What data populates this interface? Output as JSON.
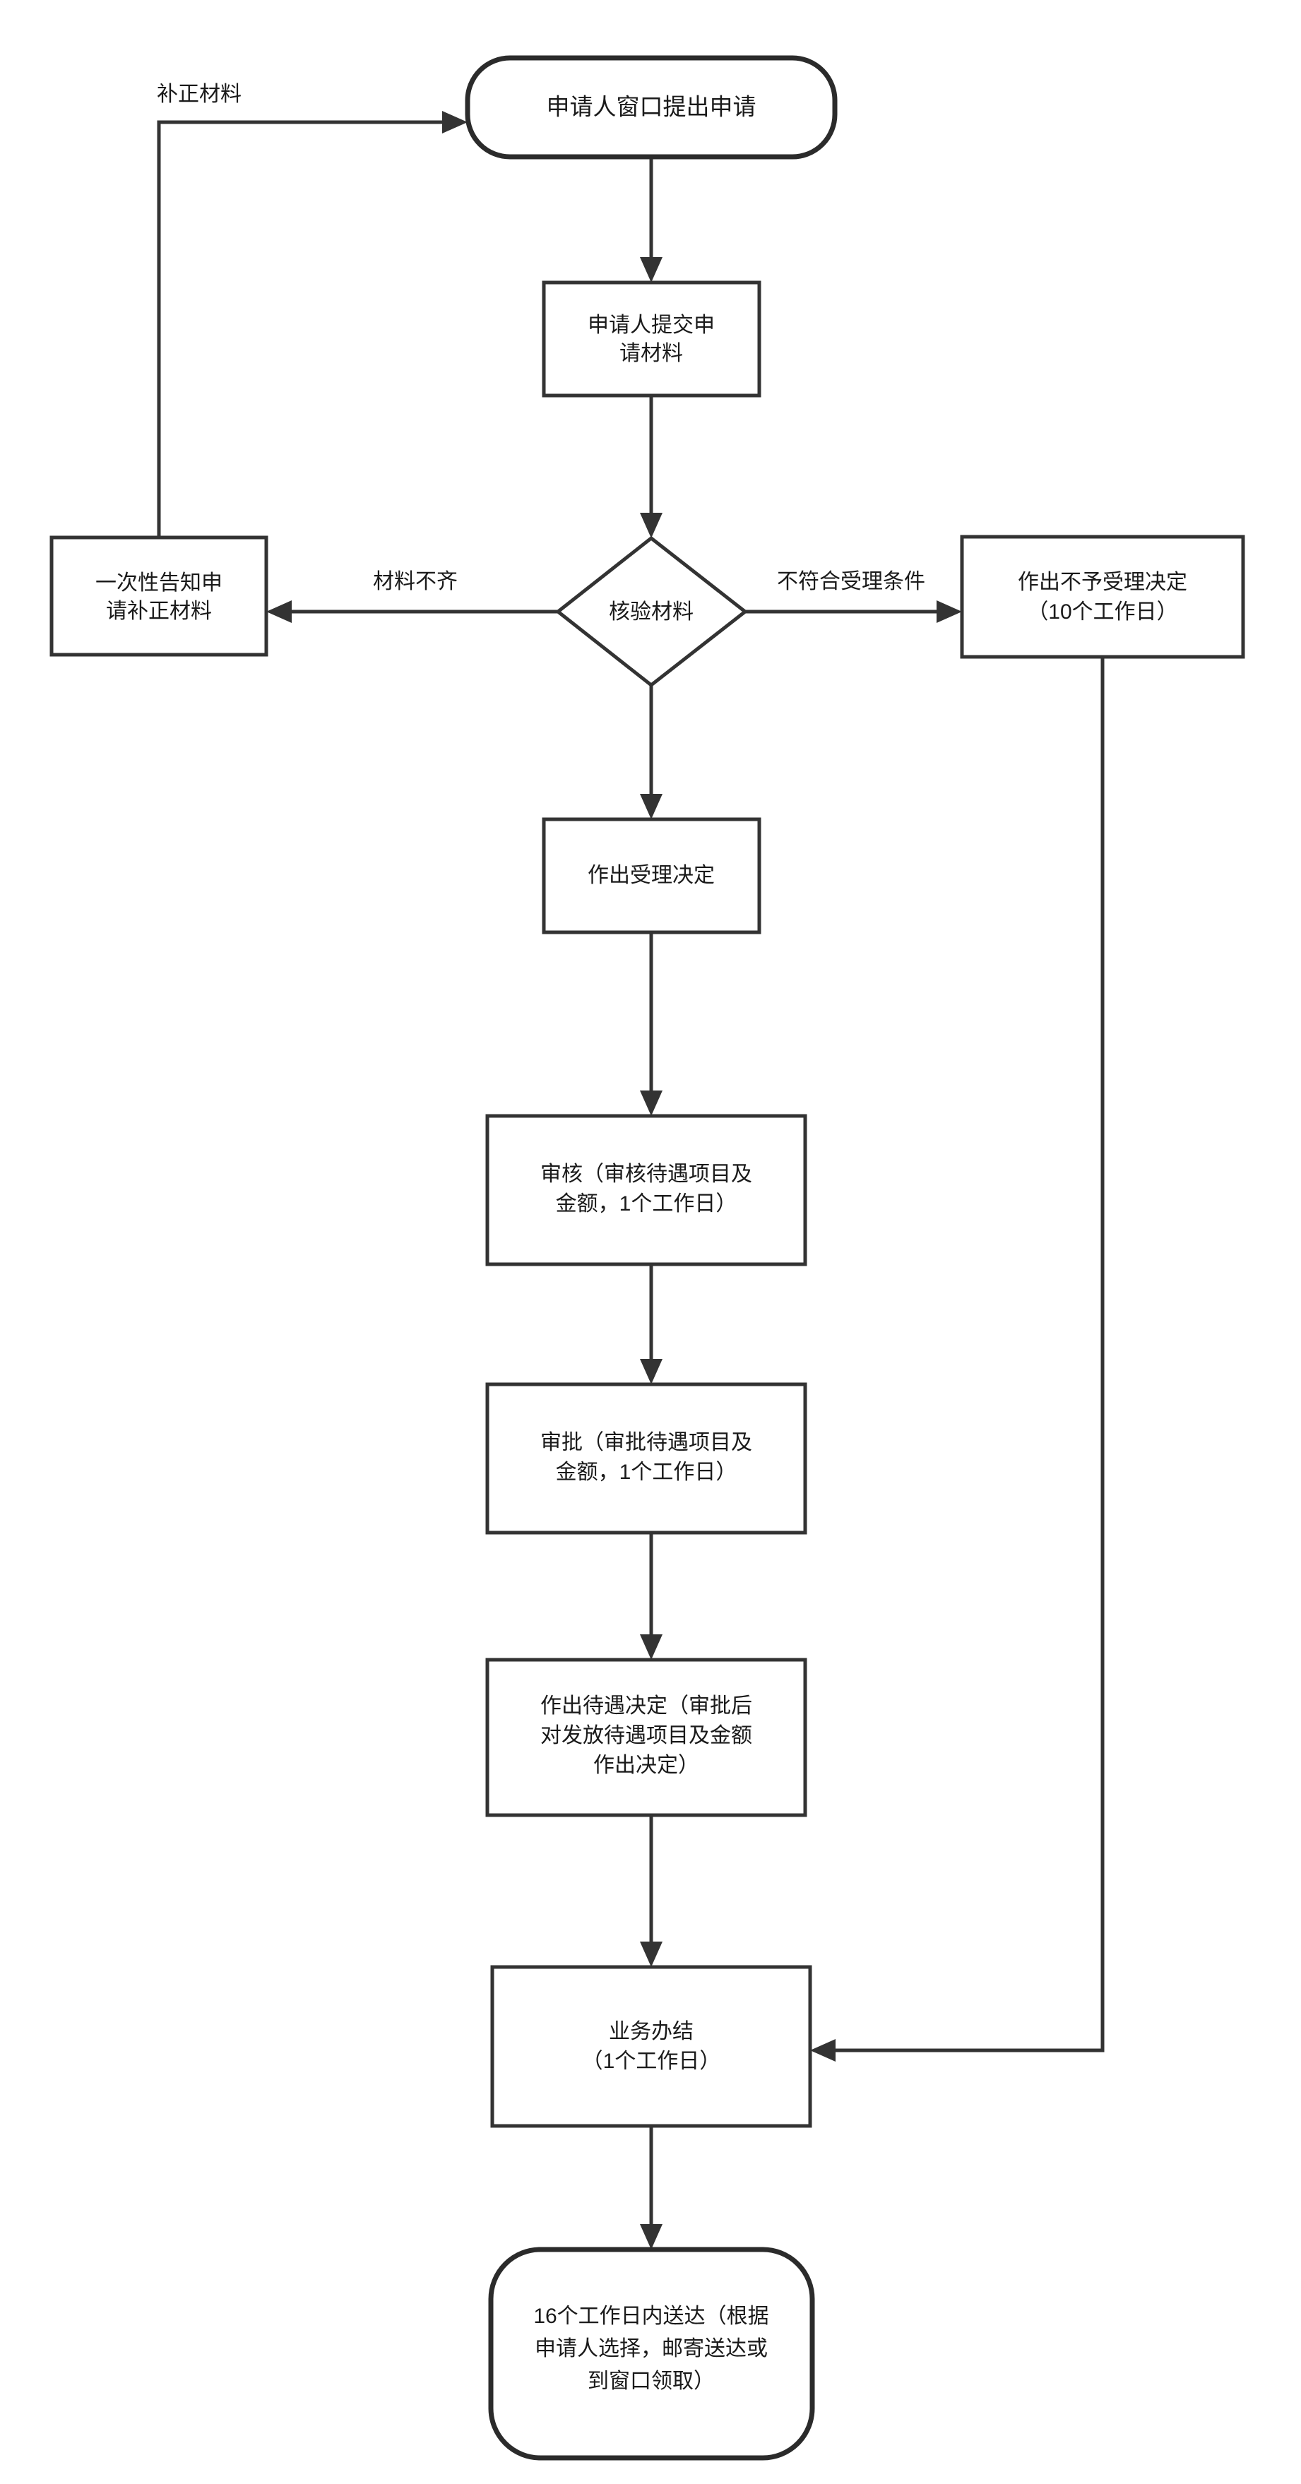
{
  "diagram": {
    "type": "flowchart",
    "orientation": "top-to-bottom",
    "background_color": "#ffffff",
    "line_color": "#333333",
    "text_color": "#1a1a1a",
    "nodes": [
      {
        "id": "start",
        "shape": "stadium",
        "lines": [
          "申请人窗口提出申请"
        ]
      },
      {
        "id": "submit",
        "shape": "rectangle",
        "lines": [
          "申请人提交申",
          "请材料"
        ]
      },
      {
        "id": "verify",
        "shape": "diamond",
        "lines": [
          "核验材料"
        ]
      },
      {
        "id": "notify",
        "shape": "rectangle",
        "lines": [
          "一次性告知申",
          "请补正材料"
        ]
      },
      {
        "id": "reject",
        "shape": "rectangle",
        "lines": [
          "作出不予受理决定",
          "（10个工作日）"
        ]
      },
      {
        "id": "accept",
        "shape": "rectangle",
        "lines": [
          "作出受理决定"
        ]
      },
      {
        "id": "review",
        "shape": "rectangle",
        "lines": [
          "审核（审核待遇项目及",
          "金额，1个工作日）"
        ]
      },
      {
        "id": "approve",
        "shape": "rectangle",
        "lines": [
          "审批（审批待遇项目及",
          "金额，1个工作日）"
        ]
      },
      {
        "id": "decision",
        "shape": "rectangle",
        "lines": [
          "作出待遇决定（审批后",
          "对发放待遇项目及金额",
          "作出决定）"
        ]
      },
      {
        "id": "complete",
        "shape": "rectangle",
        "lines": [
          "业务办结",
          "（1个工作日）"
        ]
      },
      {
        "id": "deliver",
        "shape": "stadium",
        "lines": [
          "16个工作日内送达（根据",
          "申请人选择，邮寄送达或",
          "到窗口领取）"
        ]
      }
    ],
    "edge_labels": {
      "correction": "补正材料",
      "incomplete": "材料不齐",
      "not_eligible": "不符合受理条件"
    }
  }
}
